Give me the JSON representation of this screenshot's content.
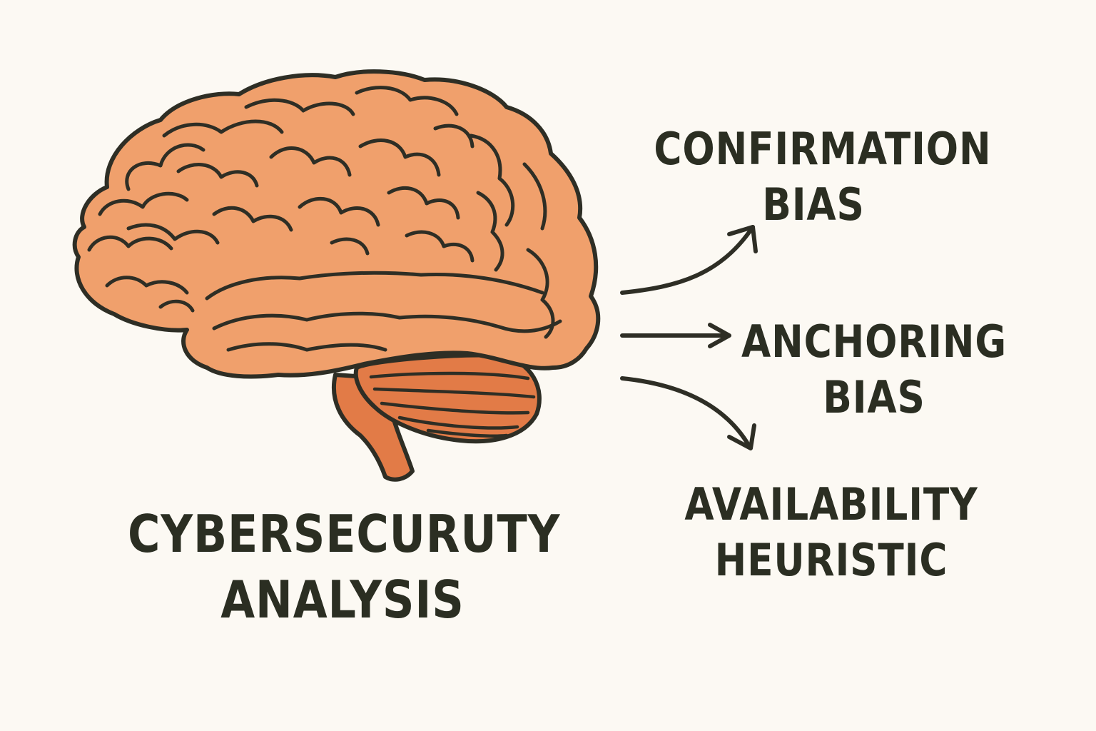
{
  "diagram": {
    "main_caption": {
      "line1": "CYBERSECURUTY",
      "line2": "ANALYSIS"
    },
    "biases": [
      {
        "line1": "CONFIRMATION",
        "line2": "BIAS"
      },
      {
        "line1": "ANCHORING",
        "line2": "BIAS"
      },
      {
        "line1": "AVAILABILITY",
        "line2": "HEURISTIC"
      }
    ]
  },
  "icons": {
    "brain": "brain-icon",
    "arrow": "arrow-icon"
  },
  "colors": {
    "background": "#fcf9f3",
    "brain_fill": "#f0a06c",
    "cerebellum_fill": "#e27b47",
    "outline": "#2e2e25",
    "text": "#2b2e22"
  }
}
